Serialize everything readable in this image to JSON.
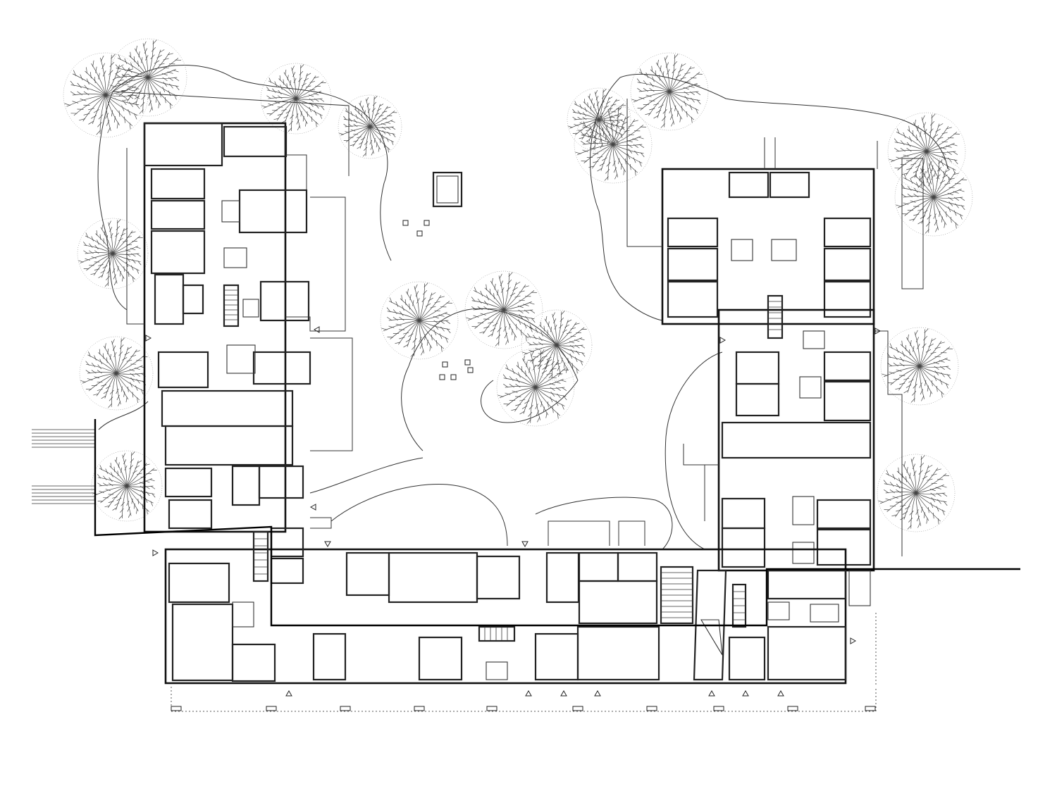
{
  "drawing": {
    "kind": "architectural-floor-plan",
    "description_elements": [
      "west-wing",
      "east-wing",
      "south-block",
      "central-courtyard",
      "trees",
      "section-line"
    ]
  },
  "style": {
    "line_color": "#222222",
    "background": "#ffffff"
  },
  "icons": {
    "entrance_marker": "triangle-marker-icon",
    "tree": "tree-icon",
    "column": "column-icon"
  }
}
